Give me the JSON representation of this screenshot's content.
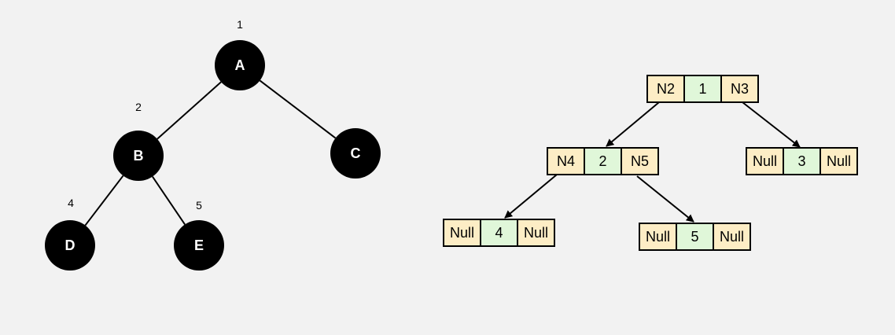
{
  "colors": {
    "background": "#f2f2f2",
    "tree_node_fill": "#000000",
    "tree_node_text": "#ffffff",
    "pointer_cell_fill": "#fdedc5",
    "value_cell_fill": "#e0f7d9",
    "stroke": "#000000"
  },
  "tree": {
    "nodes": [
      {
        "id": "A",
        "label": "A",
        "index": "1"
      },
      {
        "id": "B",
        "label": "B",
        "index": "2"
      },
      {
        "id": "C",
        "label": "C",
        "index": ""
      },
      {
        "id": "D",
        "label": "D",
        "index": "4"
      },
      {
        "id": "E",
        "label": "E",
        "index": "5"
      }
    ],
    "edges": [
      {
        "from": "A",
        "to": "B"
      },
      {
        "from": "A",
        "to": "C"
      },
      {
        "from": "B",
        "to": "D"
      },
      {
        "from": "B",
        "to": "E"
      }
    ]
  },
  "linked_representation": {
    "records": [
      {
        "id": "r1",
        "left": "N2",
        "value": "1",
        "right": "N3"
      },
      {
        "id": "r2",
        "left": "N4",
        "value": "2",
        "right": "N5"
      },
      {
        "id": "r3",
        "left": "Null",
        "value": "3",
        "right": "Null"
      },
      {
        "id": "r4",
        "left": "Null",
        "value": "4",
        "right": "Null"
      },
      {
        "id": "r5",
        "left": "Null",
        "value": "5",
        "right": "Null"
      }
    ],
    "links": [
      {
        "from": "r1",
        "side": "left",
        "to": "r2"
      },
      {
        "from": "r1",
        "side": "right",
        "to": "r3"
      },
      {
        "from": "r2",
        "side": "left",
        "to": "r4"
      },
      {
        "from": "r2",
        "side": "right",
        "to": "r5"
      }
    ]
  }
}
